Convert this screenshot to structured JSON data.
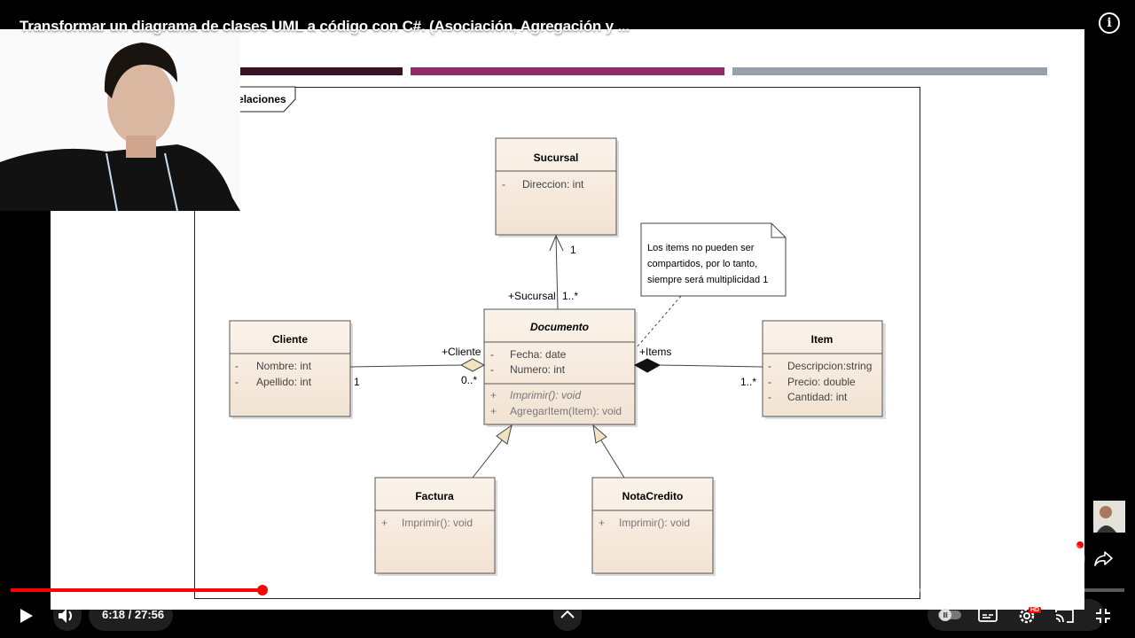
{
  "video": {
    "title": "Transformar un diagrama de clases UML a código con C#. (Asociación, Agregación y ...",
    "time_display": "6:18 / 27:56",
    "progress_fraction": 0.226
  },
  "colors": {
    "bar1": "#3a1226",
    "bar2": "#8e2b6b",
    "bar3": "#9aa0aa",
    "progress": "#ff0000",
    "class_fill": "#f6ebe0"
  },
  "diagram": {
    "frame_label": "class Relaciones",
    "sucursal": {
      "name": "Sucursal",
      "attr1": "Direccion: int",
      "vis1": "-"
    },
    "cliente": {
      "name": "Cliente",
      "attr1": "Nombre: int",
      "attr2": "Apellido: int",
      "vis": "-"
    },
    "documento": {
      "name": "Documento",
      "attr1": "Fecha: date",
      "attr2": "Numero: int",
      "op1": "Imprimir(): void",
      "op2": "AgregarItem(Item): void",
      "vis_attr": "-",
      "vis_op": "+"
    },
    "item": {
      "name": "Item",
      "attr1": "Descripcion:string",
      "attr2": "Precio: double",
      "attr3": "Cantidad: int",
      "vis": "-"
    },
    "factura": {
      "name": "Factura",
      "op1": "Imprimir(): void",
      "vis": "+"
    },
    "notacredito": {
      "name": "NotaCredito",
      "op1": "Imprimir(): void",
      "vis": "+"
    },
    "note": {
      "line1": "Los items no pueden ser",
      "line2": "compartidos, por lo tanto,",
      "line3": "siempre será multiplicidad 1"
    },
    "labels": {
      "suc_mult_top": "1",
      "suc_role": "+Sucursal",
      "suc_mult_bottom": "1..*",
      "cli_mult": "1",
      "cli_role": "+Cliente",
      "cli_mult_doc": "0..*",
      "items_role": "+Items",
      "items_mult": "1..*"
    }
  },
  "icons": {
    "play": "play-icon",
    "volume": "volume-icon",
    "chevron": "chevron-up-icon",
    "captions": "captions-icon",
    "settings": "settings-icon",
    "cast": "cast-icon",
    "exit_fullscreen": "exit-fullscreen-icon",
    "like": "like-icon",
    "dislike": "dislike-icon",
    "comments": "comments-icon",
    "share": "share-icon",
    "info": "info-icon"
  }
}
